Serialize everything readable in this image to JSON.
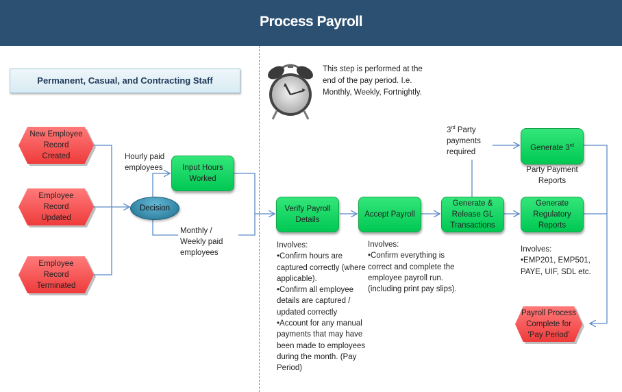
{
  "header": {
    "title": "Process Payroll"
  },
  "staff_banner": "Permanent, Casual, and Contracting Staff",
  "clock_note": "This step is performed at the\nend of the pay period. I.e.\nMonthly, Weekly, Fortnightly.",
  "triggers": [
    {
      "label": "New Employee\nRecord\nCreated"
    },
    {
      "label": "Employee\nRecord\nUpdated"
    },
    {
      "label": "Employee\nRecord\nTerminated"
    }
  ],
  "decision": {
    "label": "Decision"
  },
  "branch_labels": {
    "hourly": "Hourly paid\nemployees",
    "monthly": "Monthly /\nWeekly paid\nemployees",
    "third_party": "Party\npayments\nrequired",
    "third_party_prefix": "3",
    "third_party_sup": "rd"
  },
  "steps": {
    "input_hours": "Input Hours\nWorked",
    "verify": "Verify Payroll\nDetails",
    "accept": "Accept Payroll",
    "generate_gl": "Generate &\nRelease GL\nTransactions",
    "third_party_reports_pre": "Generate 3",
    "third_party_reports_sup": "rd",
    "third_party_reports_post": "Party Payment\nReports",
    "regulatory": "Generate\nRegulatory\nReports"
  },
  "end_state": {
    "label": "Payroll Process\nComplete for\n‘Pay Period’"
  },
  "notes": {
    "verify": {
      "heading": "Involves:",
      "items": [
        "•Confirm hours are captured correctly (where applicable).",
        "•Confirm all employee details are captured / updated correctly",
        "•Account for any manual payments that may have been made to employees during the month. (Pay Period)"
      ]
    },
    "accept": {
      "heading": "Involves:",
      "items": [
        "•Confirm everything is correct and complete the employee payroll run. (including print pay slips)."
      ]
    },
    "regulatory": {
      "heading": "Involves:",
      "items": [
        "•EMP201, EMP501, PAYE, UIF, SDL etc."
      ]
    }
  },
  "colors": {
    "header": "#2c5072",
    "trigger_red": "#ef3b3b",
    "step_green": "#00c853",
    "decision_blue": "#1f6e8e",
    "connector": "#5b8ac6"
  }
}
